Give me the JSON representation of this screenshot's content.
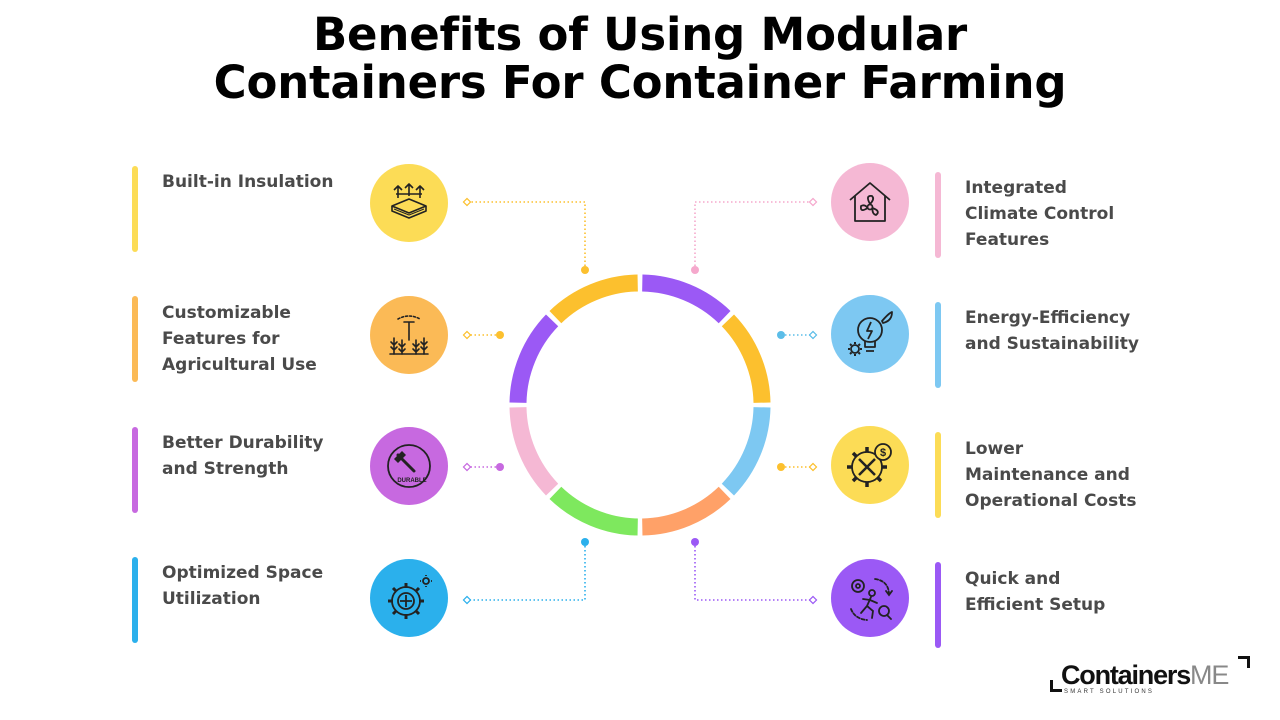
{
  "title": {
    "line1": "Benefits of Using Modular",
    "line2": "Containers For Container Farming"
  },
  "benefits": [
    {
      "label": "Built-in Insulation",
      "color": "#fcdc56",
      "icon": "insulation-icon"
    },
    {
      "label": "Customizable\nFeatures for\nAgricultural Use",
      "color": "#fbba56",
      "icon": "sprinkler-crops-icon"
    },
    {
      "label": "Better Durability\nand Strength",
      "color": "#c769e0",
      "icon": "hammer-durable-icon"
    },
    {
      "label": "Optimized Space\nUtilization",
      "color": "#2bb0ec",
      "icon": "gear-target-icon"
    },
    {
      "label": "Integrated\nClimate Control\nFeatures",
      "color": "#f5b8d4",
      "icon": "house-fan-icon"
    },
    {
      "label": "Energy-Efficiency\nand Sustainability",
      "color": "#7dc8f2",
      "icon": "bulb-leaf-icon"
    },
    {
      "label": "Lower\nMaintenance and\nOperational Costs",
      "color": "#fcdc56",
      "icon": "gear-tools-dollar-icon"
    },
    {
      "label": "Quick and\nEfficient Setup",
      "color": "#9b59f5",
      "icon": "running-person-gear-icon"
    }
  ],
  "icon_text": {
    "durable": "DURABLE"
  },
  "ring_colors": [
    "#9b59f5",
    "#fcc02e",
    "#7dc8f2",
    "#ffa168",
    "#7ee85e",
    "#f5b8d4",
    "#9b59f5",
    "#fcc02e"
  ],
  "logo": {
    "name": "Containers",
    "suffix": "ME",
    "tagline": "SMART SOLUTIONS"
  }
}
